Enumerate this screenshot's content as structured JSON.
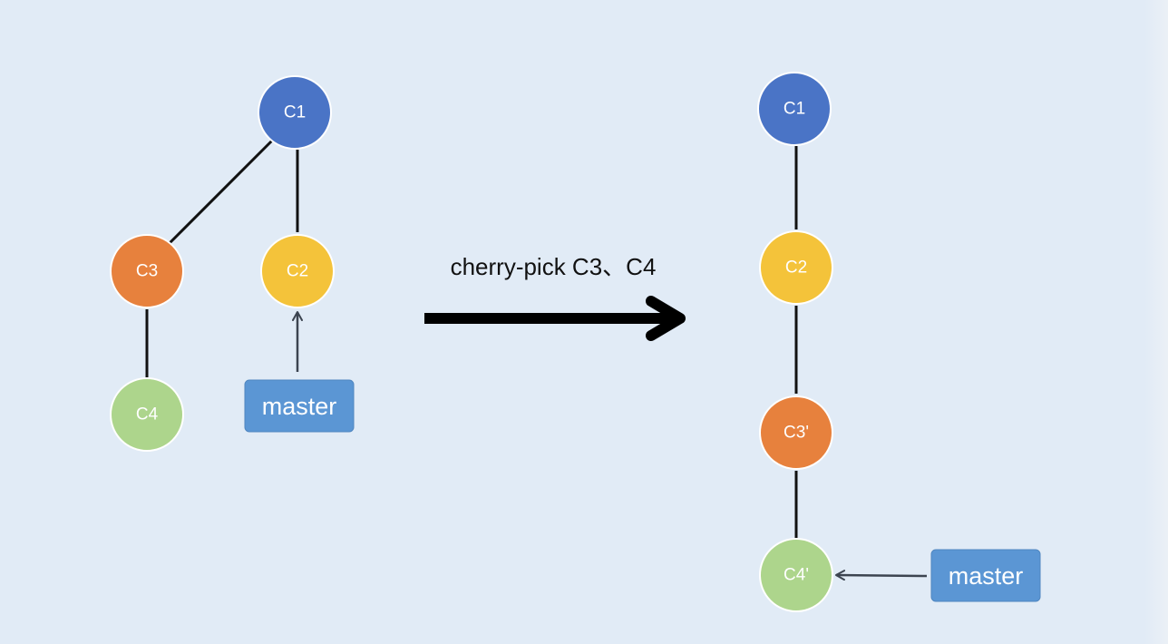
{
  "operation_label": "cherry-pick C3、C4",
  "colors": {
    "background": "#e1ebf6",
    "c1": "#4a74c6",
    "c2": "#f4c33a",
    "c3": "#e7813d",
    "c4": "#add58c",
    "branch": "#5b96d4",
    "edge": "#111111",
    "pointer": "#3c4450"
  },
  "before": {
    "nodes": [
      {
        "id": "C1",
        "label": "C1",
        "color": "c1"
      },
      {
        "id": "C2",
        "label": "C2",
        "color": "c2"
      },
      {
        "id": "C3",
        "label": "C3",
        "color": "c3"
      },
      {
        "id": "C4",
        "label": "C4",
        "color": "c4"
      }
    ],
    "edges": [
      [
        "C1",
        "C3"
      ],
      [
        "C1",
        "C2"
      ],
      [
        "C3",
        "C4"
      ]
    ],
    "branch": {
      "label": "master",
      "points_to": "C2"
    }
  },
  "after": {
    "nodes": [
      {
        "id": "C1",
        "label": "C1",
        "color": "c1"
      },
      {
        "id": "C2",
        "label": "C2",
        "color": "c2"
      },
      {
        "id": "C3p",
        "label": "C3'",
        "color": "c3"
      },
      {
        "id": "C4p",
        "label": "C4'",
        "color": "c4"
      }
    ],
    "edges": [
      [
        "C1",
        "C2"
      ],
      [
        "C2",
        "C3p"
      ],
      [
        "C3p",
        "C4p"
      ]
    ],
    "branch": {
      "label": "master",
      "points_to": "C4p"
    }
  }
}
